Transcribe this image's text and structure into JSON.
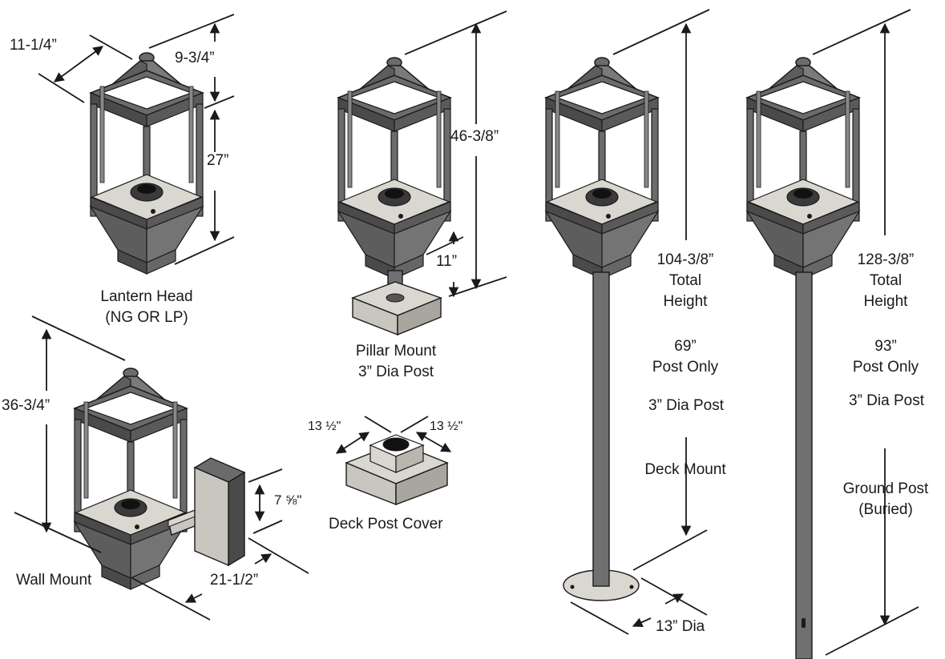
{
  "dimensions": {
    "lantern_width": "11-1/4”",
    "lantern_top": "9-3/4”",
    "lantern_body": "27”",
    "pillar_total": "46-3/8”",
    "pillar_base": "11”",
    "wall_height": "36-3/4”",
    "wall_plate": "7 ⅝\"",
    "wall_depth": "21-1/2”",
    "deck_cover_a": "13 ½\"",
    "deck_cover_b": "13 ½\"",
    "deck_plate_dia": "13” Dia"
  },
  "captions": {
    "lantern_head": [
      "Lantern Head",
      "(NG OR LP)"
    ],
    "pillar_mount": [
      "Pillar Mount",
      "3” Dia Post"
    ],
    "wall_mount": "Wall Mount",
    "deck_post_cover": "Deck Post Cover"
  },
  "deck_mount": {
    "total": [
      "104-3/8”",
      "Total",
      "Height"
    ],
    "post": [
      "69”",
      "Post Only"
    ],
    "post_dia": "3” Dia Post",
    "type": "Deck Mount"
  },
  "ground_post": {
    "total": [
      "128-3/8”",
      "Total",
      "Height"
    ],
    "post": [
      "93”",
      "Post Only"
    ],
    "post_dia": "3” Dia Post",
    "type": [
      "Ground Post",
      "(Buried)"
    ]
  },
  "colors": {
    "frame": "#6b6b6b",
    "frame_dark": "#4a4a4a",
    "outline": "#1a1a1a",
    "glass": "#ffffff",
    "base": "#c8c6bf",
    "base_dark": "#a8a69e",
    "post": "#707070"
  }
}
